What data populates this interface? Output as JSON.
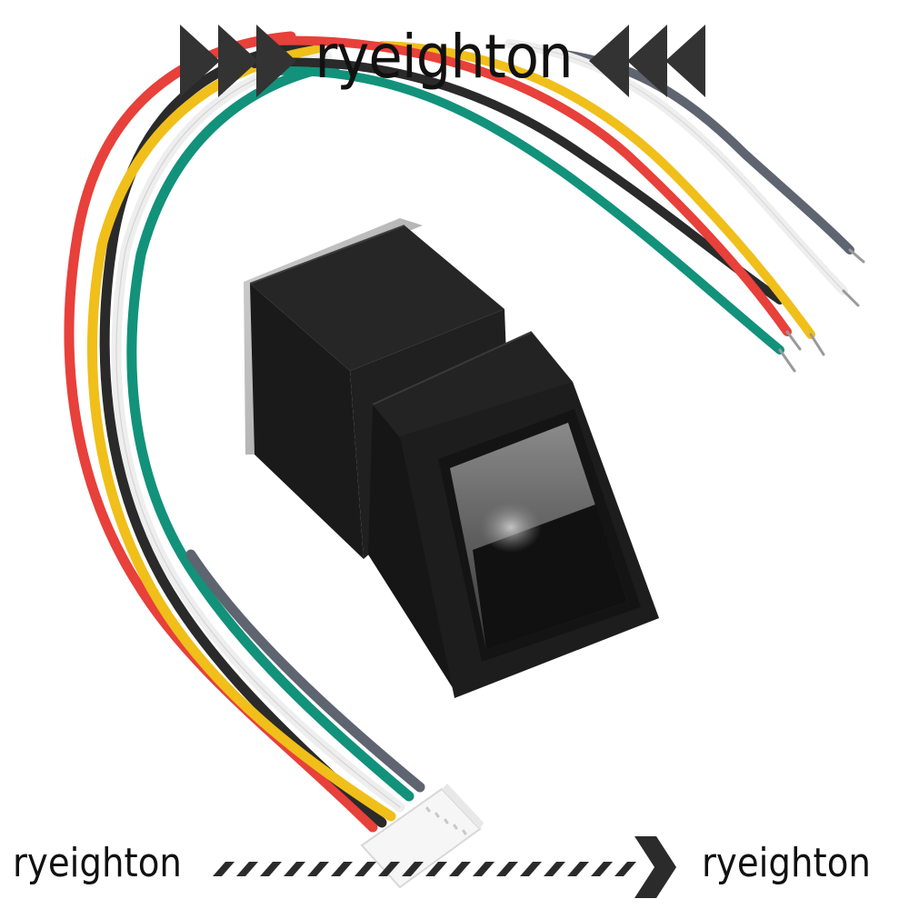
{
  "image": {
    "subject": "Optical fingerprint sensor module with 6-wire cable and white JST connector",
    "background": "#ffffff"
  },
  "watermarks": {
    "top": {
      "text": "ryeighton",
      "left_symbol": "triple-right-triangle",
      "right_symbol": "triple-left-triangle",
      "color": "#333333"
    },
    "bottom_left": {
      "text": "ryeighton"
    },
    "bottom_right": {
      "text": "ryeighton"
    },
    "bottom_arrow": {
      "style": "dashed-chevron-right",
      "color": "#2b2b2b"
    }
  },
  "cable": {
    "wire_colors": {
      "red": "#e8403a",
      "black": "#2a2a2a",
      "yellow": "#f0bf1a",
      "white": "#f2f2f2",
      "green": "#12927a",
      "gray": "#5e6470"
    },
    "connector_color": "#f4f4f4",
    "pin_count": 6
  },
  "sensor": {
    "body_color": "#1c1c1c",
    "window_color": "#6d6d6d",
    "metal_plate_color": "#bdbdbd"
  }
}
